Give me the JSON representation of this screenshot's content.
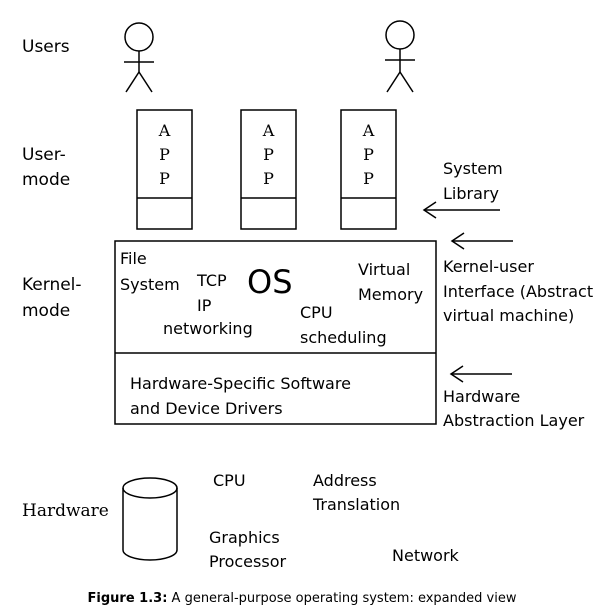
{
  "layers": {
    "users": "Users",
    "user_mode": [
      "User-",
      "mode"
    ],
    "kernel_mode": [
      "Kernel-",
      "mode"
    ],
    "hardware": "Hardware"
  },
  "apps": [
    {
      "letters": [
        "A",
        "P",
        "P"
      ]
    },
    {
      "letters": [
        "A",
        "P",
        "P"
      ]
    },
    {
      "letters": [
        "A",
        "P",
        "P"
      ]
    }
  ],
  "os": {
    "title": "OS",
    "file_system": [
      "File",
      "System"
    ],
    "tcp_ip": [
      "TCP",
      "IP",
      "networking"
    ],
    "virtual_memory": [
      "Virtual",
      "Memory"
    ],
    "cpu_scheduling": [
      "CPU",
      "scheduling"
    ],
    "hardware_software": [
      "Hardware-Specific Software",
      "and Device Drivers"
    ]
  },
  "annotations": {
    "system_library": [
      "System",
      "Library"
    ],
    "kernel_user_interface": [
      "Kernel-user",
      "Interface (Abstract",
      "virtual machine)"
    ],
    "hal": [
      "Hardware",
      "Abstraction Layer"
    ]
  },
  "hardware_items": {
    "cpu": "CPU",
    "address_translation": [
      "Address",
      "Translation"
    ],
    "graphics_processor": [
      "Graphics",
      "Processor"
    ],
    "network": "Network"
  },
  "caption": {
    "label": "Figure 1.3:",
    "text": " A general-purpose operating system: expanded view"
  }
}
